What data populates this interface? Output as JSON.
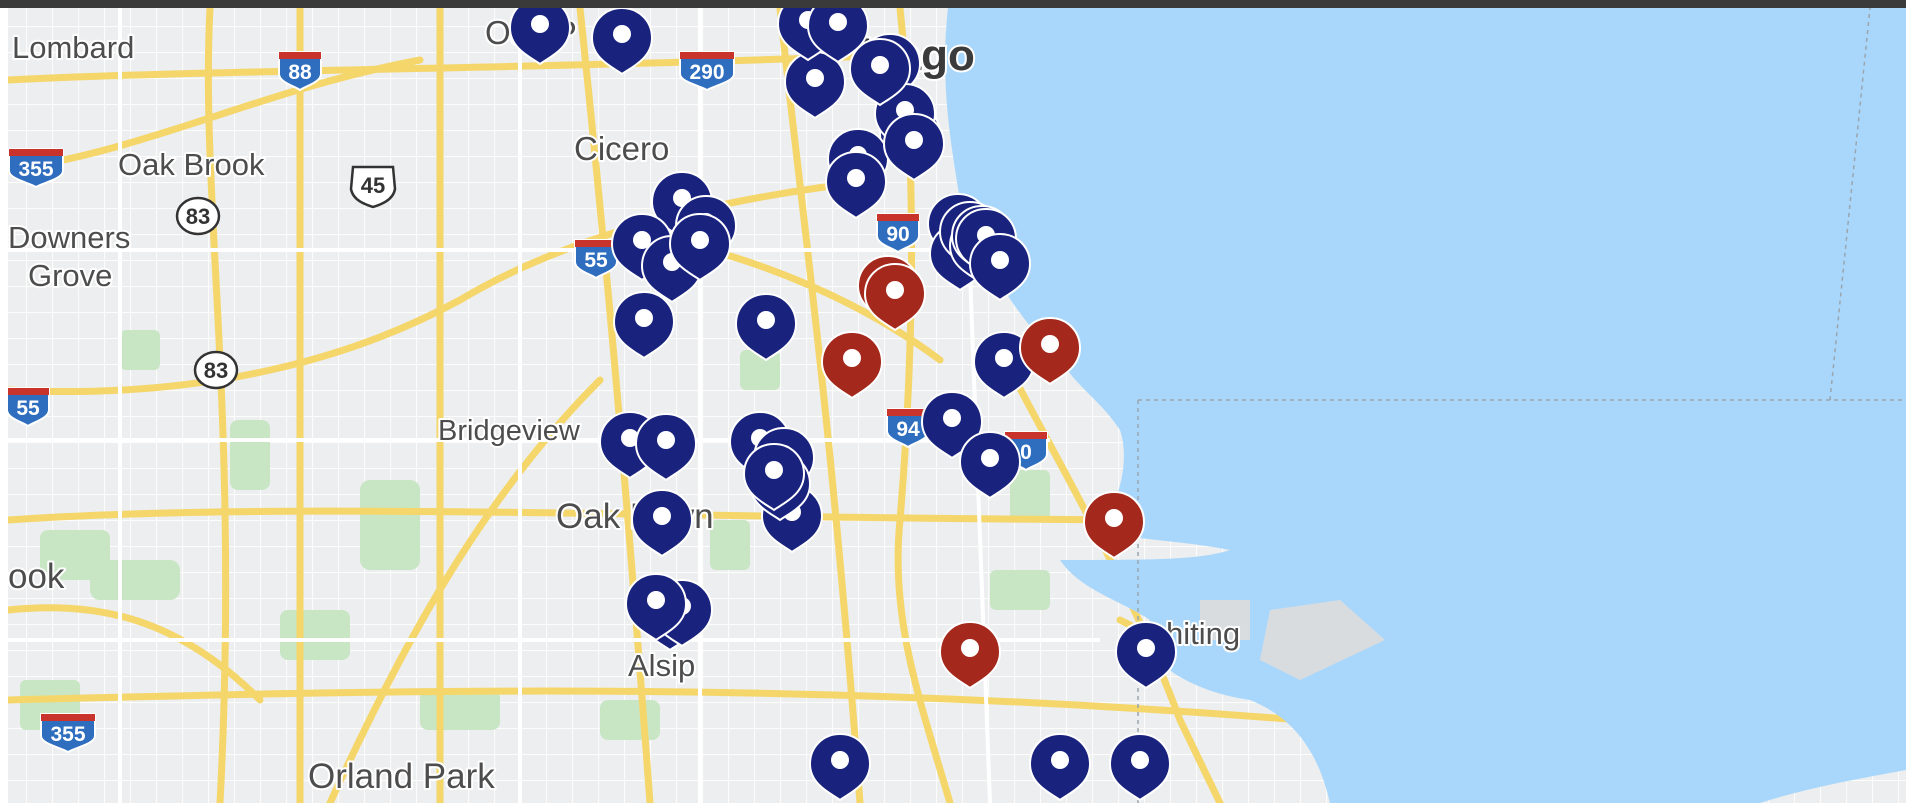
{
  "map": {
    "colors": {
      "water": "#a9d7fc",
      "land": "#eceeef",
      "highway": "#f5d66b",
      "street": "#ffffff",
      "park": "#c8e6c4",
      "marker_blue": "#19237e",
      "marker_red": "#a4281b"
    },
    "places": [
      {
        "id": "lombard",
        "label": "Lombard"
      },
      {
        "id": "oak-park",
        "label": "Oak P"
      },
      {
        "id": "chicago",
        "label": "icago"
      },
      {
        "id": "oak-brook",
        "label": "Oak Brook"
      },
      {
        "id": "cicero",
        "label": "Cicero"
      },
      {
        "id": "downers-grove-1",
        "label": "Downers"
      },
      {
        "id": "downers-grove-2",
        "label": "Grove"
      },
      {
        "id": "bridgeview",
        "label": "Bridgeview"
      },
      {
        "id": "oak-lawn",
        "label": "Oak Lawn"
      },
      {
        "id": "brook",
        "label": "ook"
      },
      {
        "id": "alsip",
        "label": "Alsip"
      },
      {
        "id": "whiting",
        "label": "hiting"
      },
      {
        "id": "orland-park",
        "label": "Orland Park"
      }
    ],
    "shields": [
      {
        "id": "i88",
        "label": "88",
        "kind": "interstate"
      },
      {
        "id": "i290",
        "label": "290",
        "kind": "interstate"
      },
      {
        "id": "i355-top",
        "label": "355",
        "kind": "interstate"
      },
      {
        "id": "us45",
        "label": "45",
        "kind": "us"
      },
      {
        "id": "r83-top",
        "label": "83",
        "kind": "state"
      },
      {
        "id": "i55-mid",
        "label": "55",
        "kind": "interstate"
      },
      {
        "id": "i90",
        "label": "90",
        "kind": "interstate"
      },
      {
        "id": "r83-bot",
        "label": "83",
        "kind": "state"
      },
      {
        "id": "i55-left",
        "label": "55",
        "kind": "interstate"
      },
      {
        "id": "i94",
        "label": "94",
        "kind": "interstate"
      },
      {
        "id": "i90-south",
        "label": "0",
        "kind": "interstate"
      },
      {
        "id": "i355-bot",
        "label": "355",
        "kind": "interstate"
      }
    ],
    "markers": {
      "blue_count": 46,
      "red_count": 6
    }
  }
}
